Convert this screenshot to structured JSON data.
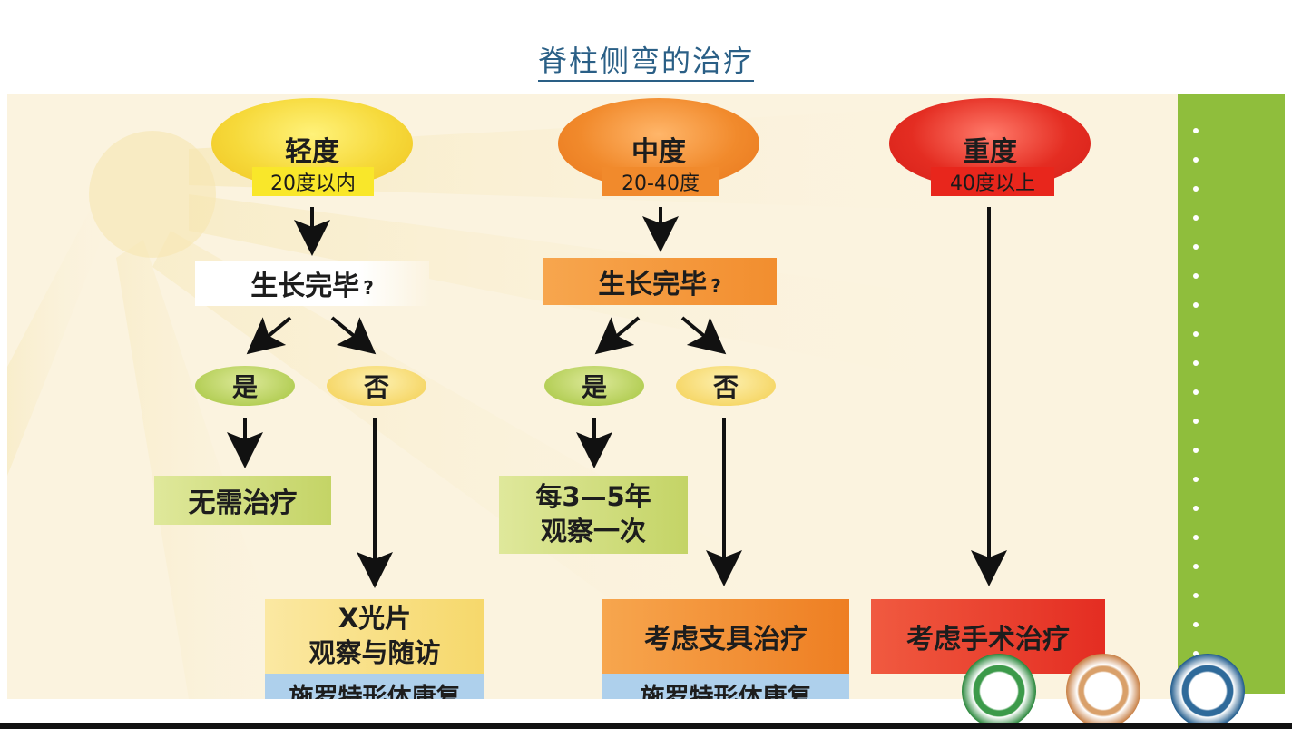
{
  "title": "脊柱侧弯的治疗",
  "columns": {
    "mild": {
      "label": "轻度",
      "range": "20度以内",
      "question": "生长完毕",
      "question_mark": "?",
      "yes": "是",
      "no": "否",
      "yes_result": "无需治疗",
      "no_result_line1": "X光片",
      "no_result_line2": "观察与随访",
      "rehab": "施罗特形体康复"
    },
    "moderate": {
      "label": "中度",
      "range": "20-40度",
      "question": "生长完毕",
      "question_mark": "?",
      "yes": "是",
      "no": "否",
      "yes_result_line1": "每3—5年",
      "yes_result_line2": "观察一次",
      "no_result": "考虑支具治疗",
      "rehab": "施罗特形体康复"
    },
    "severe": {
      "label": "重度",
      "range": "40度以上",
      "result": "考虑手术治疗"
    }
  },
  "colors": {
    "mild": "#f6d93a",
    "moderate": "#f18a2c",
    "severe": "#e42d22",
    "yes_node": "#b5cf58",
    "no_node": "#f6d86b",
    "rehab": "#aed0ec",
    "side_strip": "#8fbe3c",
    "title": "#2a5f86"
  }
}
